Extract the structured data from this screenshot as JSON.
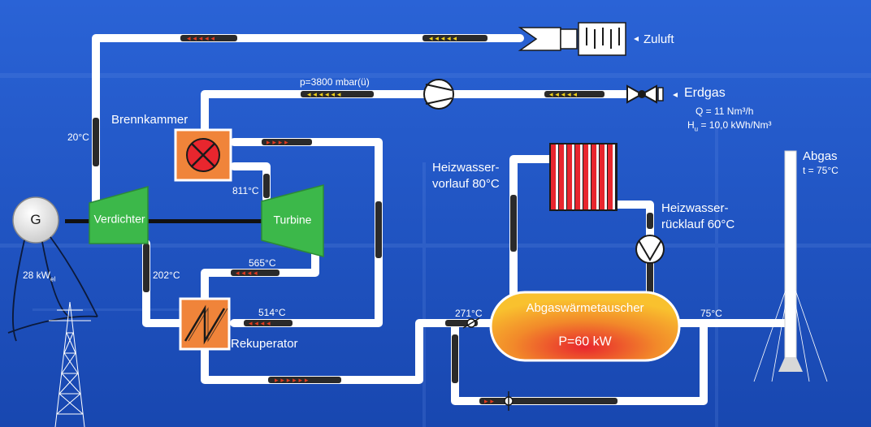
{
  "labels": {
    "zuluft": "Zuluft",
    "erdgas": "Erdgas",
    "erdgas_flow": "Q = 11 Nm³/h",
    "erdgas_hu_prefix": "H",
    "erdgas_hu_sub": "u",
    "erdgas_hu_value": " = 10,0 kWh/Nm³",
    "pressure": "p=3800 mbar(ü)",
    "brennkammer": "Brennkammer",
    "temp_20": "20°C",
    "temp_811": "811°C",
    "temp_202": "202°C",
    "temp_565": "565°C",
    "temp_514": "514°C",
    "temp_271": "271°C",
    "temp_75": "75°C",
    "generator": "G",
    "power_el_value": "28 kW",
    "power_el_sub": "el",
    "verdichter": "Verdichter",
    "turbine": "Turbine",
    "rekuperator": "Rekuperator",
    "heizwasser_vorlauf_1": "Heizwasser-",
    "heizwasser_vorlauf_2": "vorlauf 80°C",
    "heizwasser_ruecklauf_1": "Heizwasser-",
    "heizwasser_ruecklauf_2": "rücklauf 60°C",
    "abgaswaermetauscher": "Abgaswärmetauscher",
    "abgaswaermetauscher_power": "P=60 kW",
    "abgas": "Abgas",
    "abgas_temp": "t = 75°C"
  },
  "colors": {
    "background": "#1f57c9",
    "pipe": "#ffffff",
    "component_green": "#3cb84a",
    "component_orange": "#f0843a",
    "burner_red": "#e8262e",
    "exchanger_yellow": "#f9c12e",
    "flow_arrow_red": "#e23a1f",
    "flow_arrow_yellow": "#f3d21a"
  },
  "icons": [
    "generator-icon",
    "compressor-pump-icon",
    "water-pump-icon",
    "gas-valve-icon",
    "air-filter-icon",
    "burner-cross-icon",
    "recuperator-icon",
    "power-pylon-icon",
    "chimney-icon",
    "bypass-valve-icon"
  ]
}
